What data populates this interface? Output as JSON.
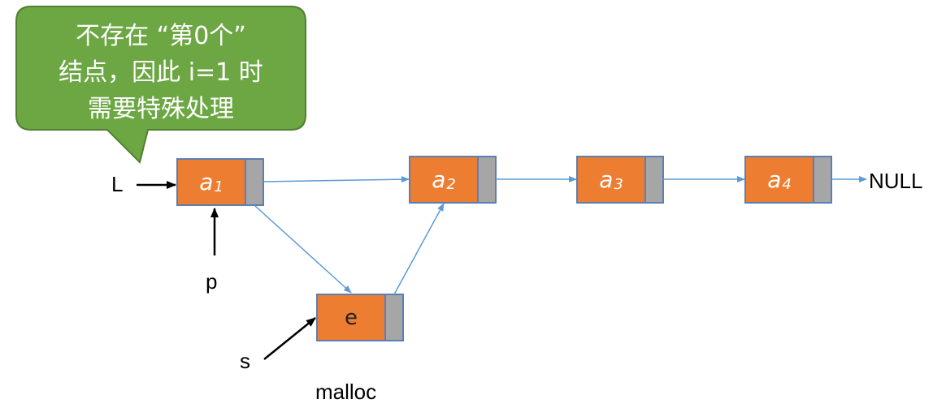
{
  "callout": {
    "lines": [
      "不存在 “第0个”",
      "结点，因此 i=1 时",
      "需要特殊处理"
    ],
    "fill": "#6ca744",
    "border": "#4f7f2f"
  },
  "nodes": [
    {
      "id": "a1",
      "base": "a",
      "sub": "1"
    },
    {
      "id": "a2",
      "base": "a",
      "sub": "2"
    },
    {
      "id": "a3",
      "base": "a",
      "sub": "3"
    },
    {
      "id": "a4",
      "base": "a",
      "sub": "4"
    },
    {
      "id": "e",
      "base": "e",
      "sub": ""
    }
  ],
  "pointers": {
    "head": "L",
    "p": "p",
    "s": "s",
    "tail": "NULL"
  },
  "caption": "malloc",
  "colors": {
    "data_cell": "#ed7d31",
    "data_border": "#5b7fb5",
    "next_cell": "#a6a6a6",
    "link_arrow": "#5b9bd5",
    "pointer_arrow": "#000000"
  }
}
